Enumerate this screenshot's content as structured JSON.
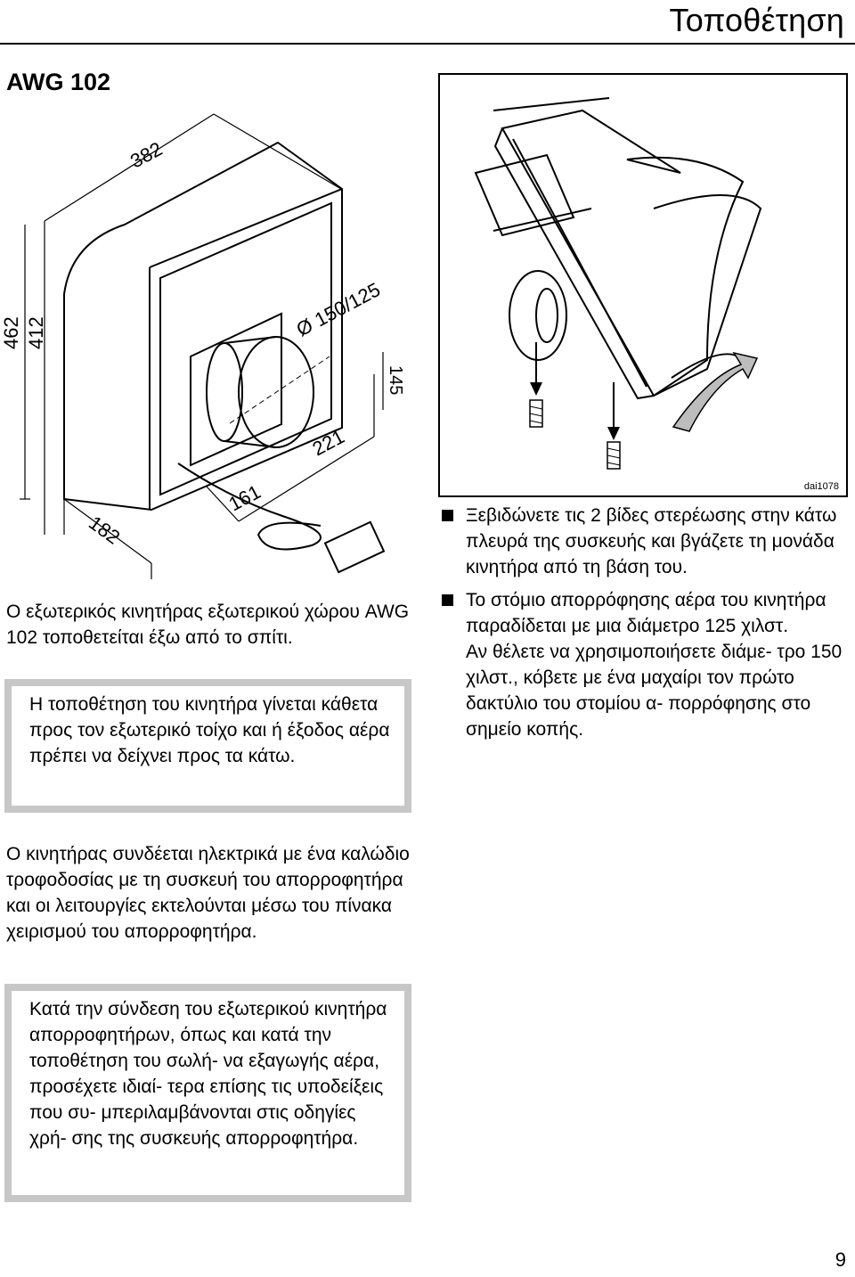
{
  "header": {
    "title": "Τοποθέτηση"
  },
  "model": "AWG 102",
  "figure_left": {
    "dimensions": {
      "width": "382",
      "height_outer": "462",
      "height_inner": "412",
      "diameter": "Ø 150/125",
      "offset_vertical": "145",
      "offset_horizontal": "221",
      "depth_inner": "161",
      "depth": "182"
    }
  },
  "figure_right": {
    "code": "dai1078"
  },
  "left_column": {
    "intro": "Ο εξωτερικός κινητήρας εξωτερικού χώρου AWG 102 τοποθετείται έξω από το σπίτι.",
    "box1": "Η τοποθέτηση του κινητήρα γίνεται κάθετα προς τον εξωτερικό τοίχο και ή έξοδος αέρα πρέπει να δείχνει προς τα κάτω.",
    "electrical": "Ο κινητήρας συνδέεται ηλεκτρικά με ένα καλώδιο τροφοδοσίας με τη συσκευή του απορροφητήρα και οι λειτουργίες εκτελούνται μέσω του πίνακα χειρισμού του απορροφητήρα.",
    "box2": "Κατά την σύνδεση του εξωτερικού κινητήρα απορροφητήρων, όπως και κατά την τοποθέτηση του σωλή- να εξαγωγής αέρα, προσέχετε ιδιαί- τερα επίσης τις υποδείξεις που συ- μπεριλαμβάνονται στις οδηγίες χρή- σης της συσκευής απορροφητήρα."
  },
  "steps": [
    {
      "text": "Ξεβιδώνετε τις 2 βίδες στερέωσης στην κάτω πλευρά της συσκευής και βγάζετε τη μονάδα κινητήρα από τη βάση του."
    },
    {
      "text": "Το στόμιο απορρόφησης αέρα του κινητήρα παραδίδεται με μια διάμετρο 125 χιλστ.",
      "extra": "Αν θέλετε να χρησιμοποιήσετε διάμε- τρο 150 χιλστ., κόβετε με ένα μαχαίρι τον πρώτο δακτύλιο του στομίου α- πορρόφησης στο σημείο κοπής."
    }
  ],
  "page_number": "9"
}
